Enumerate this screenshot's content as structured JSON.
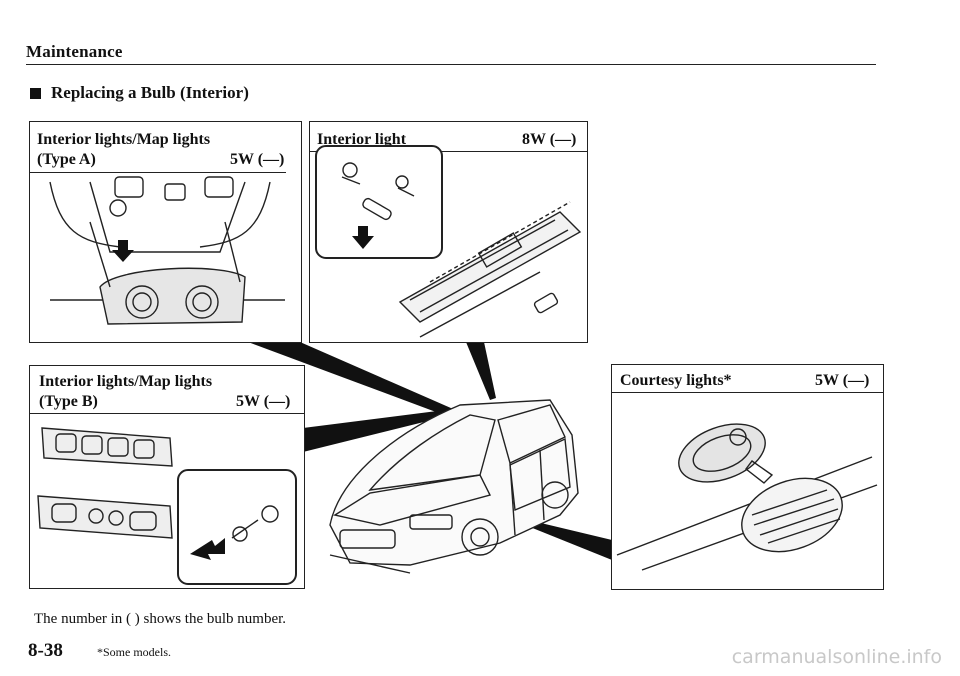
{
  "header": {
    "title": "Maintenance"
  },
  "section": {
    "title": "Replacing a Bulb (Interior)"
  },
  "panels": {
    "type_a": {
      "line1": "Interior lights/Map lights",
      "line2": "(Type A)",
      "watt": "5W (—)"
    },
    "interior": {
      "label": "Interior light",
      "watt": "8W (—)"
    },
    "type_b": {
      "line1": "Interior lights/Map lights",
      "line2": "(Type B)",
      "watt": "5W (—)"
    },
    "courtesy": {
      "label": "Courtesy lights*",
      "watt": "5W (—)"
    }
  },
  "footer": {
    "note": "The number in ( ) shows the bulb number.",
    "page": "8-38",
    "footnote": "*Some models.",
    "watermark": "carmanualsonline.info"
  }
}
